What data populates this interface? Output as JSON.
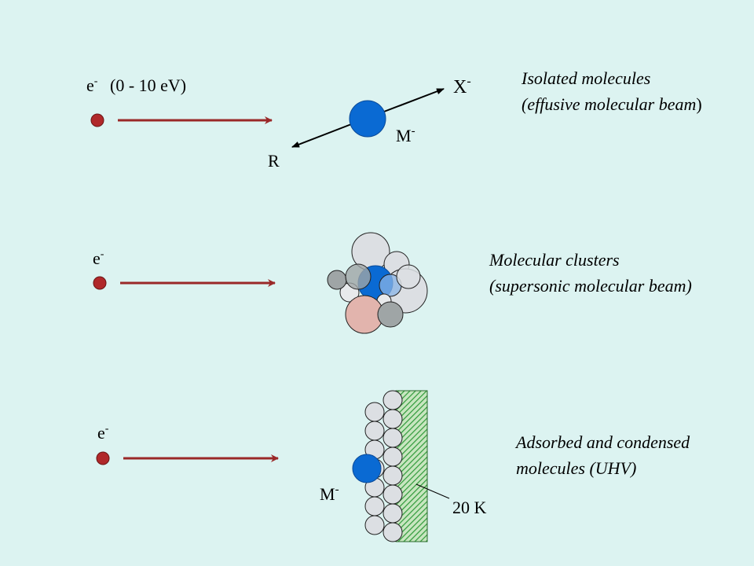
{
  "top": {
    "electron_label": "e",
    "electron_sup": "-",
    "energy": "(0 - 10 eV)",
    "product_x": "X",
    "product_x_sup": "-",
    "product_r": "R",
    "anion": "M",
    "anion_sup": "-",
    "caption_line1": "Isolated molecules",
    "caption_line2_italic": "(effusive molecular beam",
    "caption_line2_tail": ")"
  },
  "middle": {
    "electron_label": "e",
    "electron_sup": "-",
    "caption_line1": "Molecular clusters",
    "caption_line2": "(supersonic molecular beam)"
  },
  "bottom": {
    "electron_label": "e",
    "electron_sup": "-",
    "anion": "M",
    "anion_sup": "-",
    "temperature": "20 K",
    "caption_line1": "Adsorbed and condensed",
    "caption_line2": "molecules  (UHV)"
  },
  "colors": {
    "background": "#dcf3f1",
    "electron": "#b0282a",
    "arrow": "#9a2828",
    "molecule": "#0a6ad3",
    "substrate": "#2f9a3a"
  }
}
